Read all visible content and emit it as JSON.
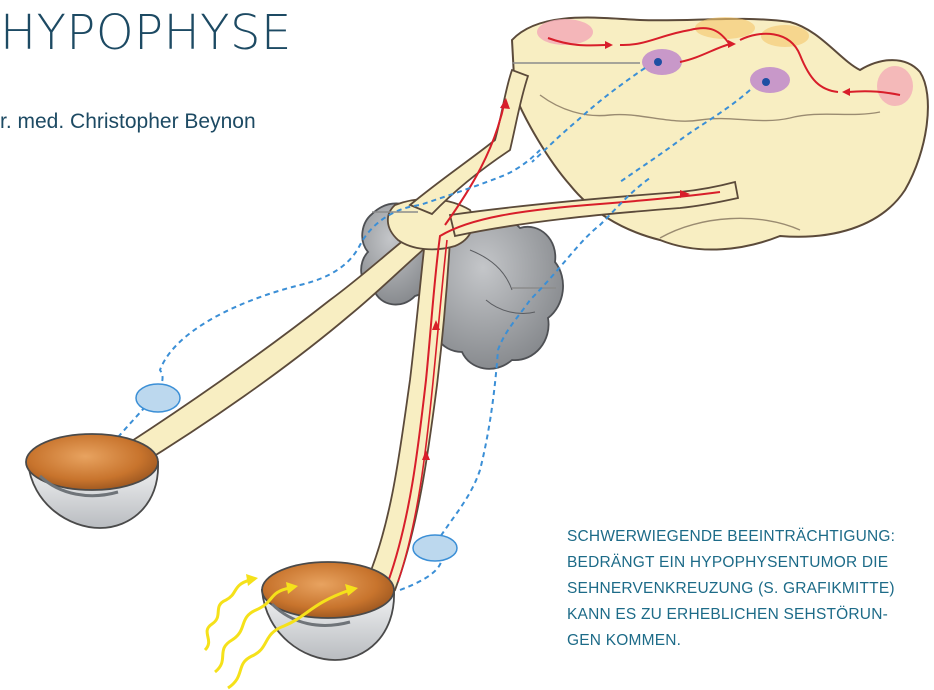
{
  "title": "HYPOPHYSE",
  "byline": "r. med. Christopher Beynon",
  "caption": {
    "lines": [
      "SCHWERWIEGENDE BEEINTRÄCHTIGUNG:",
      "BEDRÄNGT EIN HYPOPHYSENTUMOR DIE",
      "SEHNERVENKREUZUNG (S. GRAFIKMITTE)",
      "KANN ES ZU ERHEBLICHEN SEHSTÖRUN-",
      "GEN KOMMEN."
    ]
  },
  "colors": {
    "title": "#1d4a63",
    "caption": "#1d6b88",
    "nerve_fill": "#f8eec2",
    "nerve_outline": "#5b4a3a",
    "signal_path": "#d81e2a",
    "blue_path": "#3b8fd6",
    "tumor": "#9d9fa3",
    "eye_iris": "#c8742d",
    "light_rays": "#f5e11a",
    "cortex_spot": "#f3a7b6"
  }
}
